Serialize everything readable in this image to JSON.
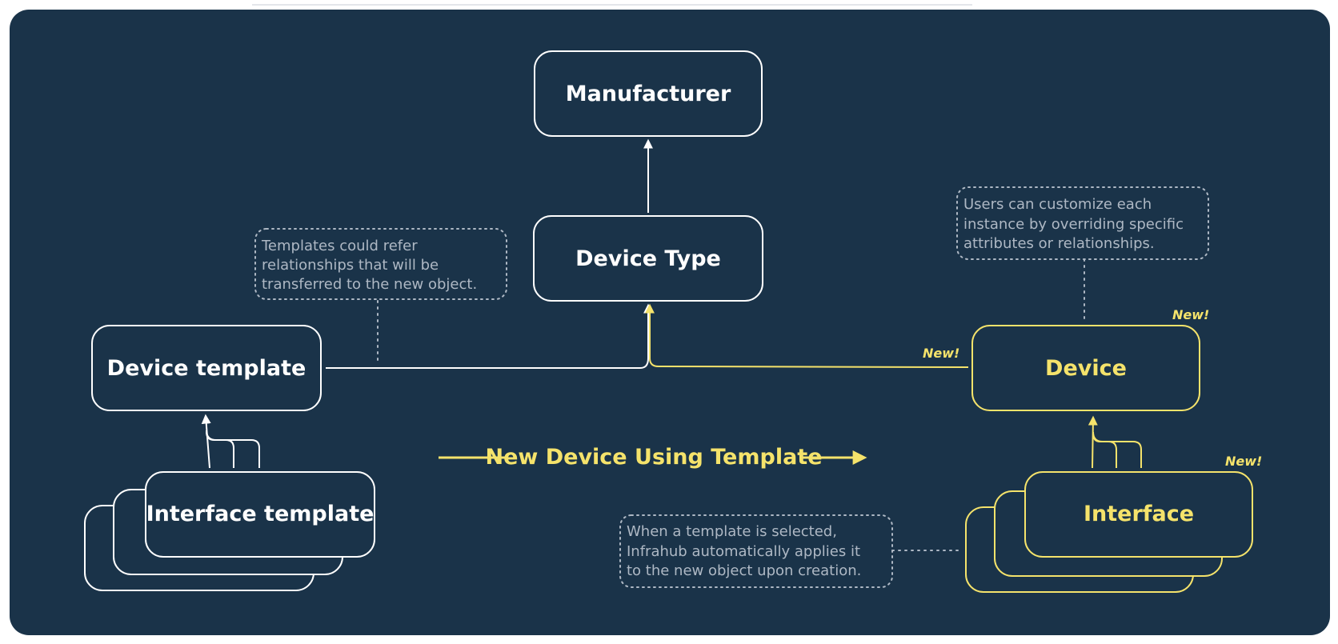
{
  "colors": {
    "background": "#1a3349",
    "white": "#ffffff",
    "yellow": "#f5e36b",
    "note_gray": "#aeb8c4"
  },
  "nodes": {
    "manufacturer": "Manufacturer",
    "device_type": "Device Type",
    "device_template": "Device template",
    "interface_template": "Interface template",
    "device": "Device",
    "interface": "Interface"
  },
  "badges": {
    "device_edge": "New!",
    "device_node": "New!",
    "interface_node": "New!"
  },
  "notes": {
    "templates": [
      "Templates could refer",
      "relationships that will be",
      "transferred to the new object."
    ],
    "customize": [
      "Users can customize each",
      "instance by overriding specific",
      "attributes or relationships."
    ],
    "applies": [
      "When a template is selected,",
      "Infrahub automatically applies it",
      "to the new object upon creation."
    ]
  },
  "flow_label": "New Device Using Template"
}
